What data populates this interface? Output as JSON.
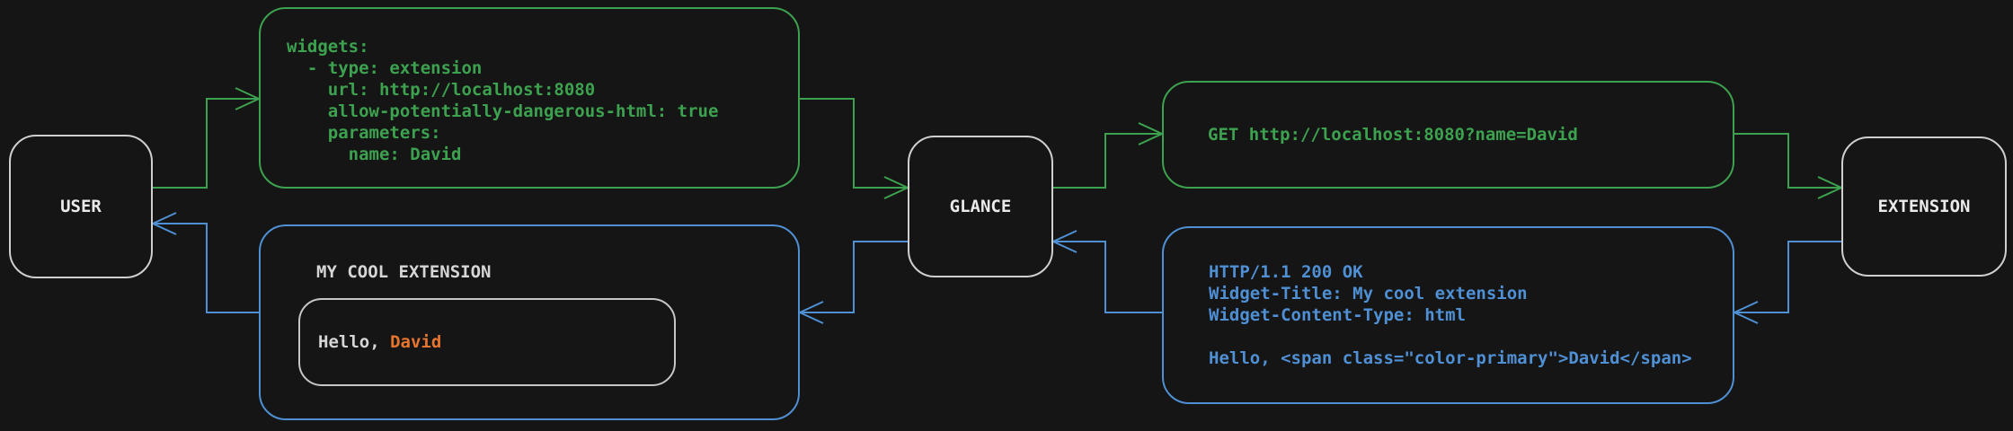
{
  "colors": {
    "bg": "#151515",
    "green": "#3da24f",
    "blue": "#4f90d4",
    "orange": "#e5752f",
    "node_border": "#cfcfcf",
    "node_text": "#eaeaea",
    "dim_text": "#d6d6d6",
    "frame_border": "#c6c6c6"
  },
  "nodes": {
    "user": {
      "label": "USER"
    },
    "glance": {
      "label": "GLANCE"
    },
    "extension": {
      "label": "EXTENSION"
    }
  },
  "config_box": {
    "lines": [
      "widgets:",
      "  - type: extension",
      "    url: http://localhost:8080",
      "    allow-potentially-dangerous-html: true",
      "    parameters:",
      "      name: David"
    ]
  },
  "request_box": {
    "text": "GET http://localhost:8080?name=David"
  },
  "response_box": {
    "lines": [
      "HTTP/1.1 200 OK",
      "Widget-Title: My cool extension",
      "Widget-Content-Type: html",
      "",
      "Hello, <span class=\"color-primary\">David</span>"
    ]
  },
  "render_box": {
    "title": "MY COOL EXTENSION",
    "greeting_prefix": "Hello, ",
    "greeting_name": "David"
  }
}
